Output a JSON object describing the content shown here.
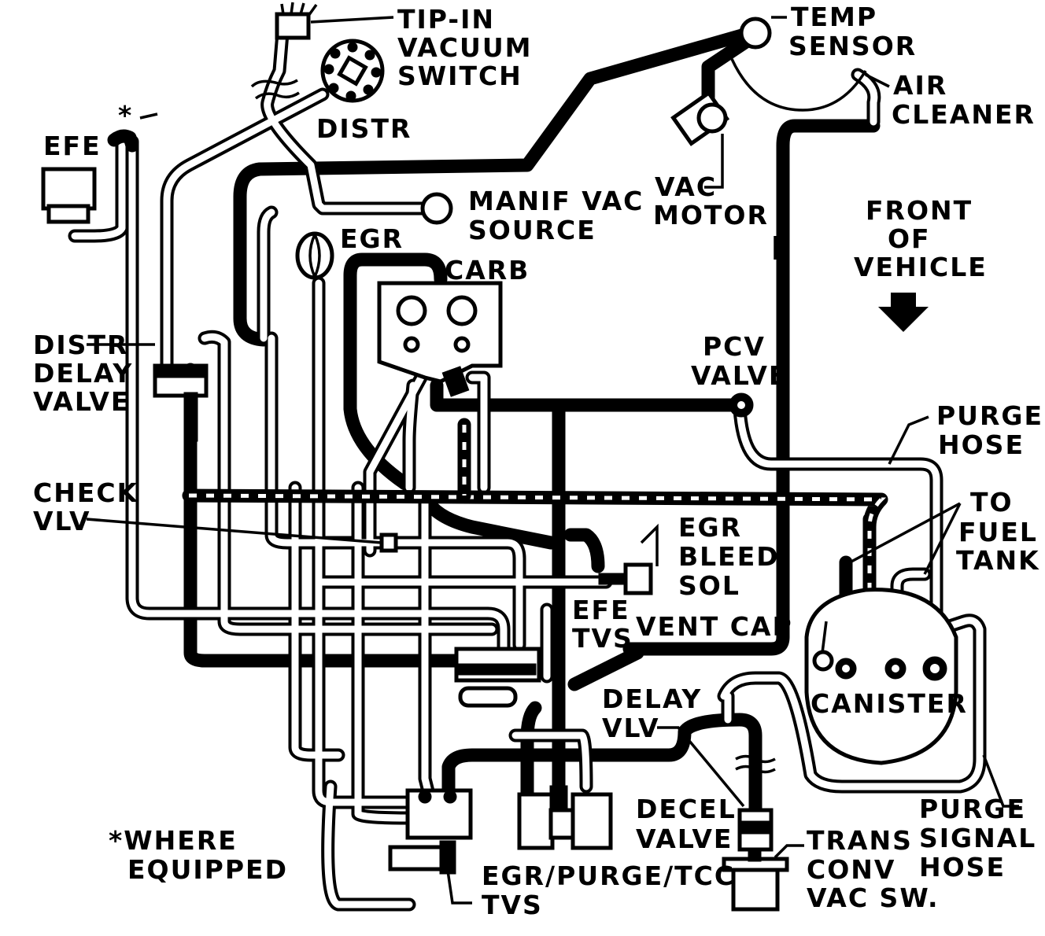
{
  "labels": {
    "tip_in_vacuum_switch": [
      "TIP-IN",
      "VACUUM",
      "SWITCH"
    ],
    "distr": "DISTR",
    "temp_sensor": [
      "TEMP",
      "SENSOR"
    ],
    "air_cleaner": [
      "AIR",
      "CLEANER"
    ],
    "efe": "EFE",
    "asterisk_marker": "*",
    "vac_motor": [
      "VAC",
      "MOTOR"
    ],
    "manif_vac_source": [
      "MANIF VAC",
      "SOURCE"
    ],
    "front_of_vehicle": [
      "FRONT",
      "OF",
      "VEHICLE"
    ],
    "egr": "EGR",
    "carb": "CARB",
    "distr_delay_valve": [
      "DISTR",
      "DELAY",
      "VALVE"
    ],
    "pcv_valve": [
      "PCV",
      "VALVE"
    ],
    "purge_hose": [
      "PURGE",
      "HOSE"
    ],
    "check_vlv": [
      "CHECK",
      "VLV"
    ],
    "to_fuel_tank": [
      "TO",
      "FUEL",
      "TANK"
    ],
    "egr_bleed_sol": [
      "EGR",
      "BLEED",
      "SOL"
    ],
    "efe_tvs": [
      "EFE",
      "TVS"
    ],
    "vent_cap": "VENT CAP",
    "canister": "CANISTER",
    "delay_vlv": [
      "DELAY",
      "VLV"
    ],
    "decel_valve": [
      "DECEL",
      "VALVE"
    ],
    "purge_signal_hose": [
      "PURGE",
      "SIGNAL",
      "HOSE"
    ],
    "where_equipped": [
      "*WHERE",
      "EQUIPPED"
    ],
    "trans_conv_vac_sw": [
      "TRANS",
      "CONV",
      "VAC SW."
    ],
    "egr_purge_tcc_tvs": [
      "EGR/PURGE/TCC",
      "TVS"
    ]
  }
}
